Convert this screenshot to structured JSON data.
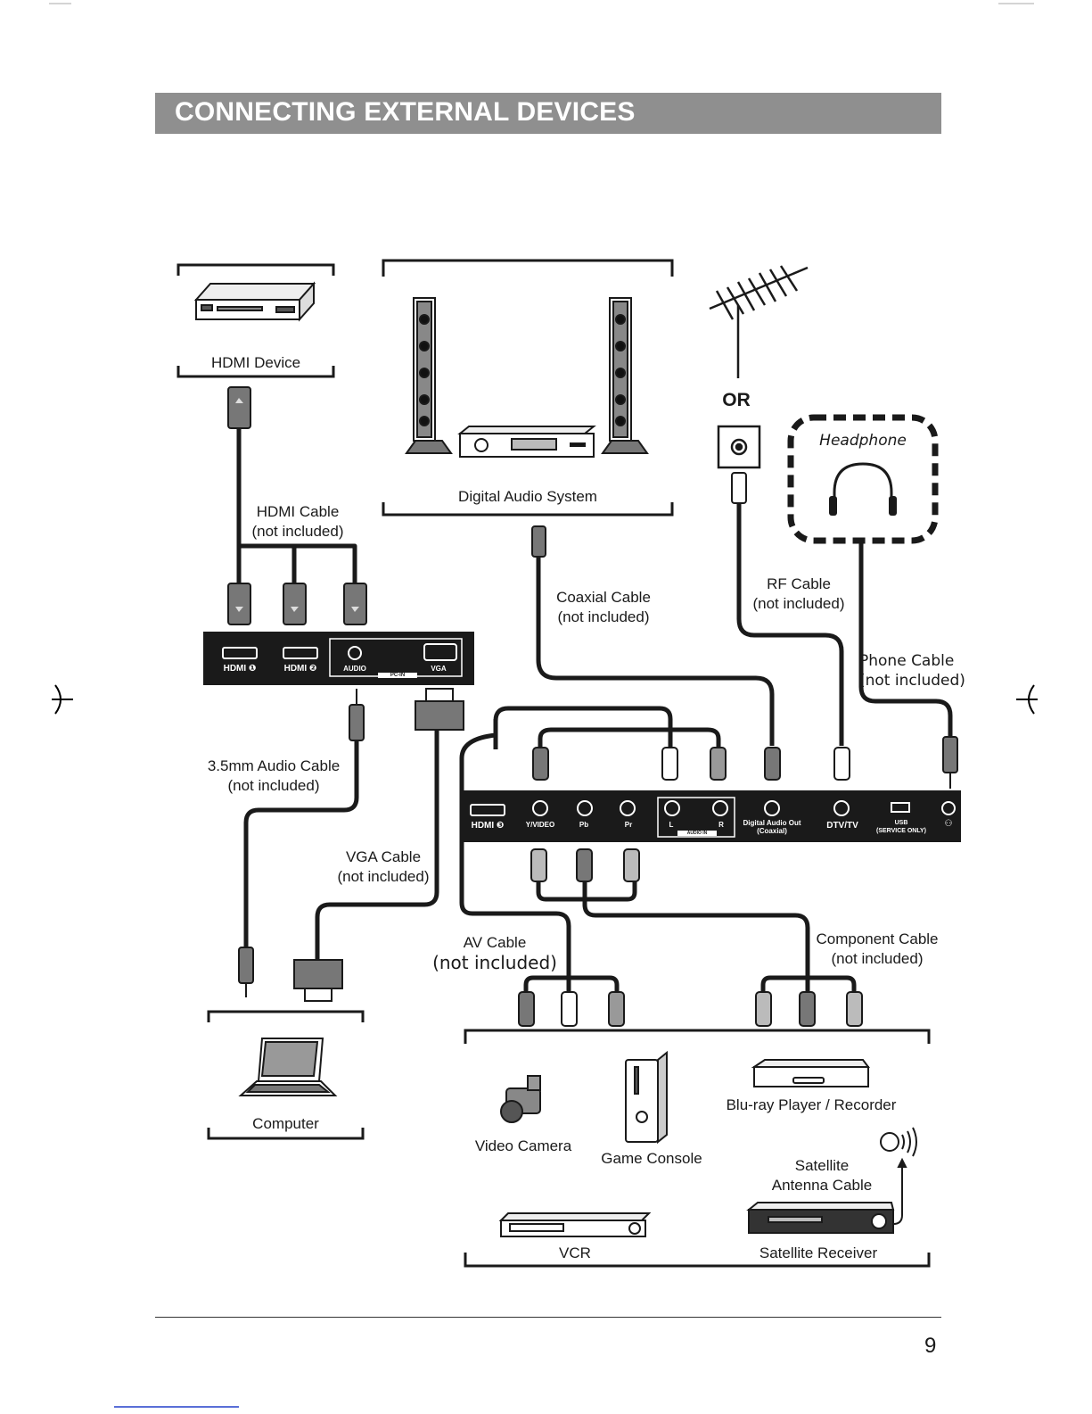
{
  "header": {
    "title": "CONNECTING EXTERNAL DEVICES"
  },
  "devices": {
    "hdmi_device": "HDMI Device",
    "digital_audio_system": "Digital Audio System",
    "or": "OR",
    "headphone": "Headphone",
    "computer": "Computer",
    "video_camera": "Video Camera",
    "game_console": "Game Console",
    "bluray": "Blu-ray Player / Recorder",
    "satellite_antenna_line1": "Satellite",
    "satellite_antenna_line2": "Antenna Cable",
    "vcr": "VCR",
    "satellite_receiver": "Satellite Receiver"
  },
  "cables": {
    "hdmi": {
      "name": "HDMI Cable",
      "note": "(not included)"
    },
    "coaxial": {
      "name": "Coaxial Cable",
      "note": "(not included)"
    },
    "rf": {
      "name": "RF Cable",
      "note": "(not included)"
    },
    "phone": {
      "name": "Phone Cable",
      "note": "(not included)"
    },
    "audio": {
      "name": "3.5mm Audio Cable",
      "note": "(not included)"
    },
    "vga": {
      "name": "VGA Cable",
      "note": "(not included)"
    },
    "av": {
      "name": "AV Cable",
      "note": "(not included)"
    },
    "component": {
      "name": "Component Cable",
      "note": "(not included)"
    }
  },
  "side_panel": {
    "hdmi1": "HDMI ❶",
    "hdmi2": "HDMI ❷",
    "audio": "AUDIO",
    "vga": "VGA",
    "pc_in": "PC-IN"
  },
  "rear_panel": {
    "hdmi3": "HDMI ❸",
    "y_video": "Y/VIDEO",
    "pb": "Pb",
    "pr": "Pr",
    "l": "L",
    "r": "R",
    "audio_in": "AUDIO IN",
    "digital_audio_out": "Digital Audio Out",
    "coaxial": "(Coaxial)",
    "dtv_tv": "DTV/TV",
    "usb": "USB",
    "service_only": "(SERVICE ONLY)"
  },
  "footer": {
    "page_number": "9"
  }
}
